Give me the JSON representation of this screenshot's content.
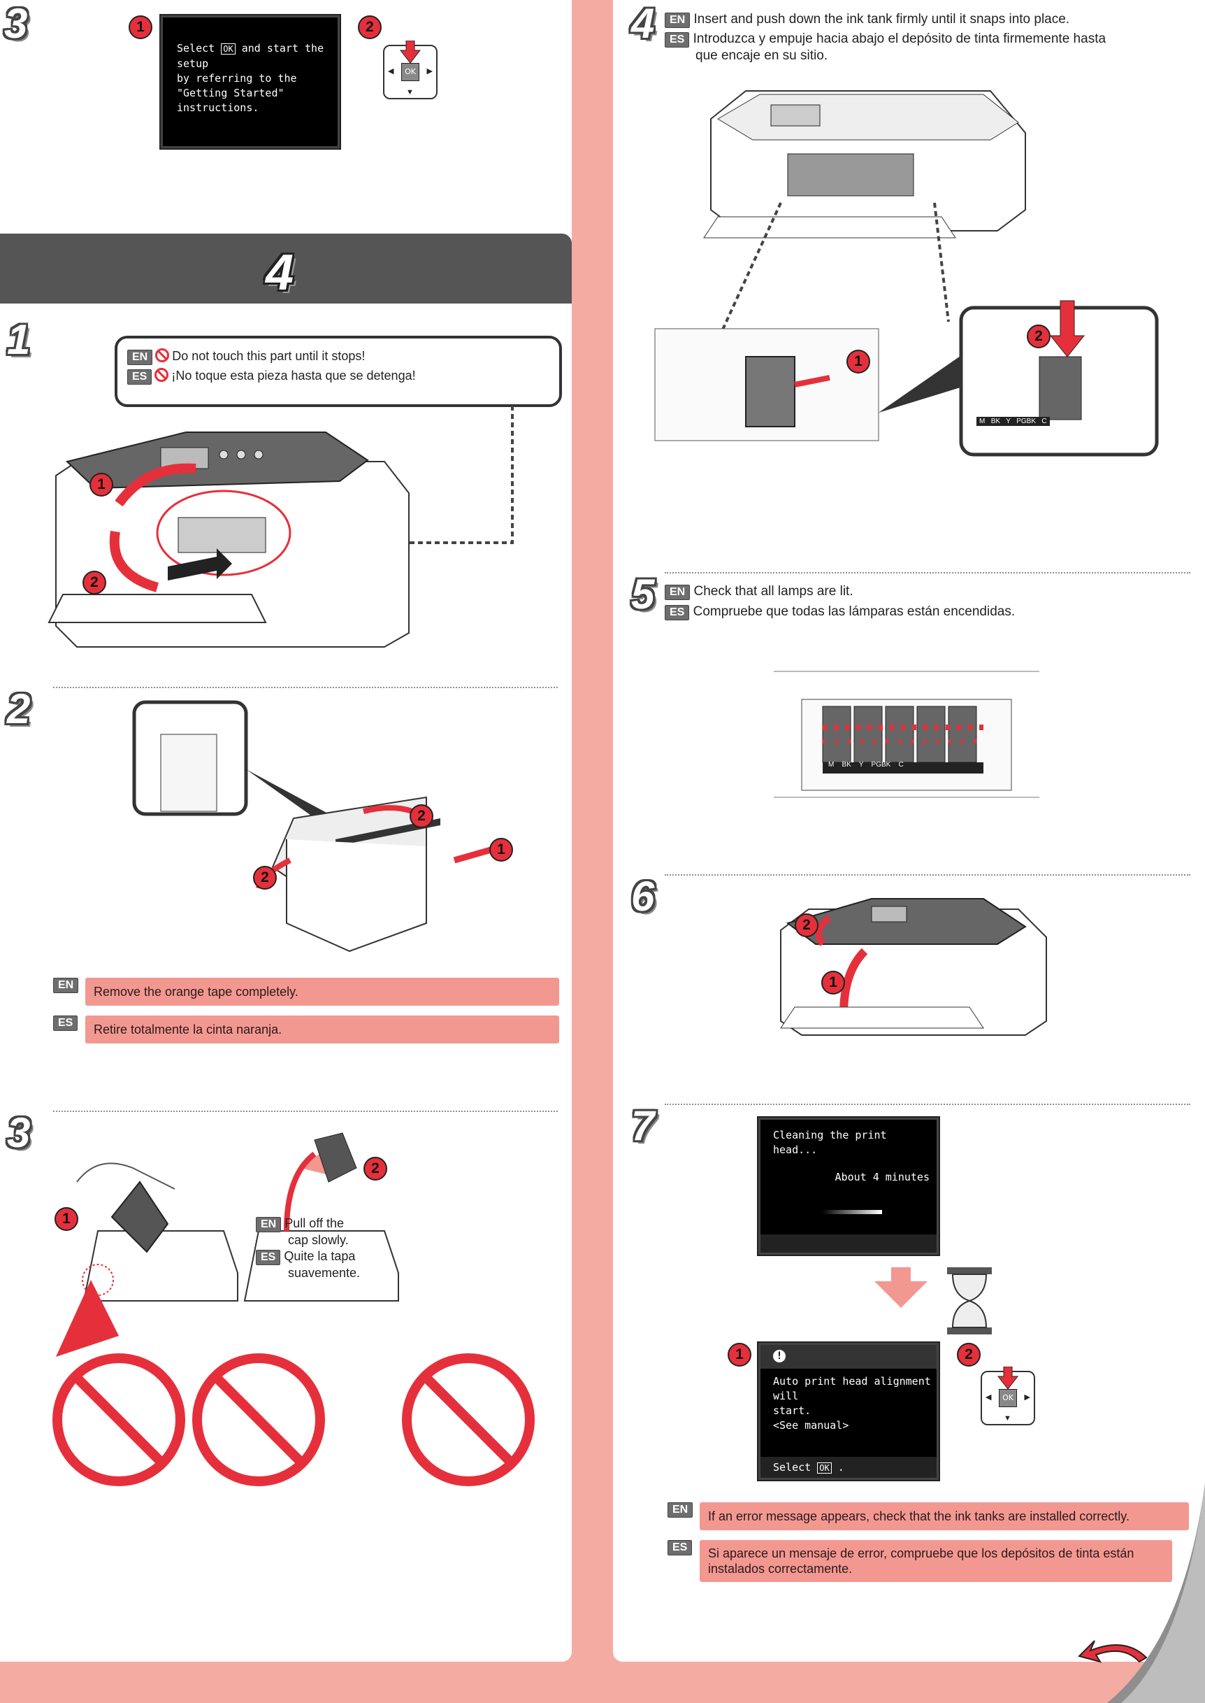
{
  "left": {
    "step3_top": {
      "num": "3",
      "n1": "1",
      "n2": "2",
      "screen_lines": [
        "Select",
        "OK",
        " and start the setup",
        "by referring to the",
        "\"Getting Started\" instructions."
      ],
      "ok_label": "OK"
    },
    "section": {
      "num": "4"
    },
    "step1": {
      "num": "1",
      "en_tag": "EN",
      "en_text": "Do not touch this part until it stops!",
      "es_tag": "ES",
      "es_text": "¡No toque esta pieza hasta que se detenga!",
      "n1": "1",
      "n2": "2"
    },
    "step2": {
      "num": "2",
      "n1": "1",
      "n2a": "2",
      "n2b": "2",
      "en_tag": "EN",
      "en_text": "Remove the orange tape completely.",
      "es_tag": "ES",
      "es_text": "Retire totalmente la cinta naranja."
    },
    "step3": {
      "num": "3",
      "n1": "1",
      "n2": "2",
      "en_tag": "EN",
      "en_text_1": "Pull off the",
      "en_text_2": "cap slowly.",
      "es_tag": "ES",
      "es_text_1": "Quite la tapa",
      "es_text_2": "suavemente."
    }
  },
  "right": {
    "step4": {
      "num": "4",
      "en_tag": "EN",
      "en_text": "Insert and push down the ink tank firmly until it snaps into place.",
      "es_tag": "ES",
      "es_text_1": "Introduzca y empuje hacia abajo el depósito de tinta firmemente hasta",
      "es_text_2": "que encaje en su sitio.",
      "n1": "1",
      "n2": "2",
      "tank_labels": [
        "M",
        "BK",
        "Y",
        "PGBK",
        "C"
      ]
    },
    "step5": {
      "num": "5",
      "en_tag": "EN",
      "en_text": "Check that all lamps are lit.",
      "es_tag": "ES",
      "es_text": "Compruebe que todas las lámparas están encendidas.",
      "tank_labels": [
        "M",
        "BK",
        "Y",
        "PGBK",
        "C"
      ]
    },
    "step6": {
      "num": "6",
      "n1": "1",
      "n2": "2"
    },
    "step7": {
      "num": "7",
      "screen1_line1": "Cleaning the print head...",
      "screen1_line2": "About 4 minutes",
      "n1": "1",
      "n2": "2",
      "screen2_line1": "Auto print head alignment will",
      "screen2_line2": "start.",
      "screen2_line3": "<See manual>",
      "screen2_select": "Select",
      "ok_label": "OK",
      "en_tag": "EN",
      "en_text": "If an error message appears, check that the ink tanks are installed correctly.",
      "es_tag": "ES",
      "es_text_1": "Si aparece un mensaje de error, compruebe que los depósitos de tinta están",
      "es_text_2": "instalados correctamente."
    }
  },
  "colors": {
    "accent_red": "#e5303b",
    "pink_bar": "#f39891",
    "background": "#f4aba2",
    "dark_band": "#555555"
  }
}
